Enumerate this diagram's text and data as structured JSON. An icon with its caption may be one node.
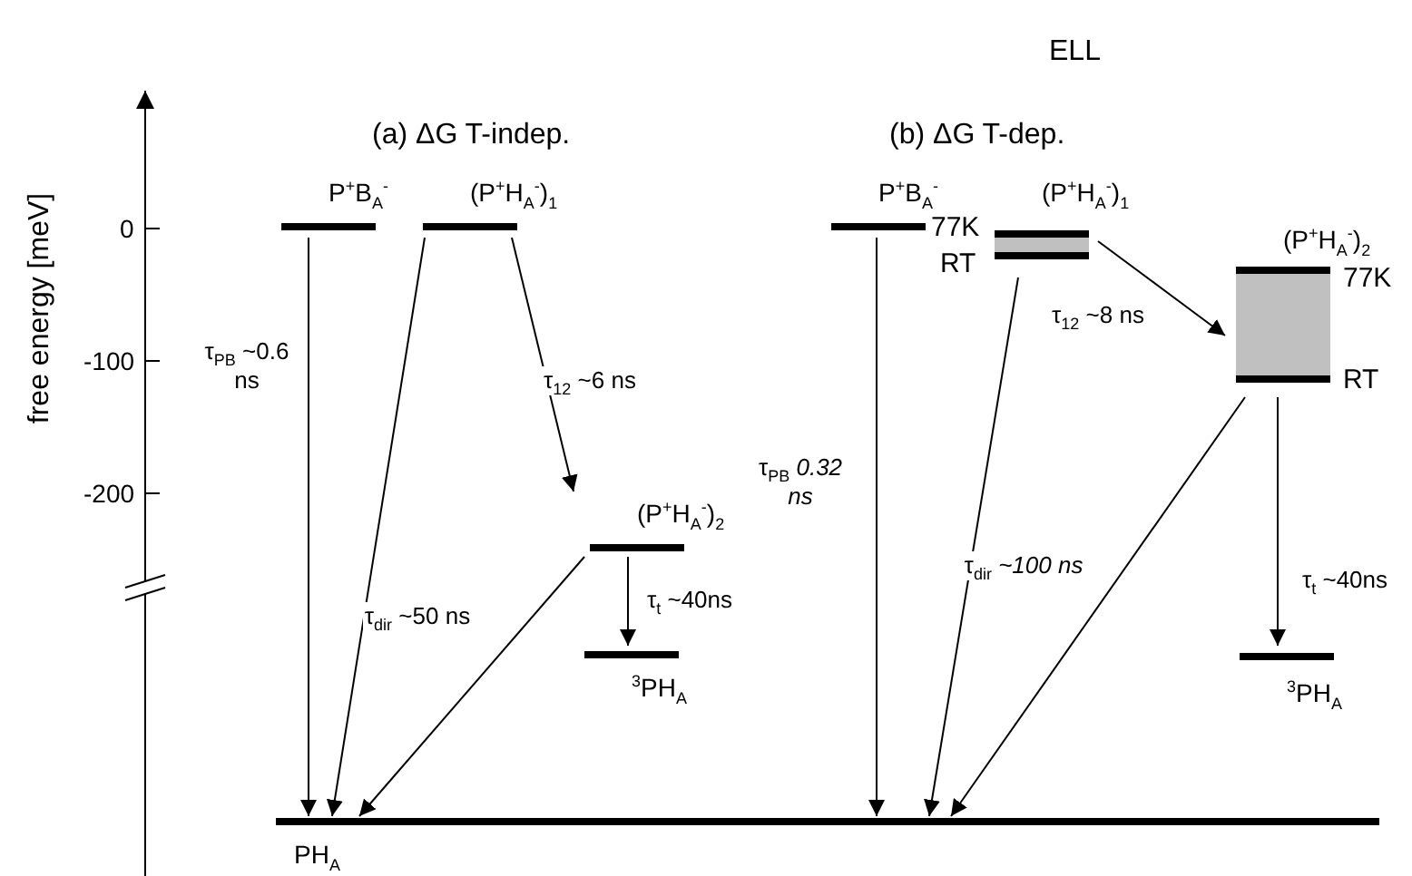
{
  "diagram": {
    "nodes": [
      {
        "text": [
          "P$^{+}$B$_{A}$$^{-}$"
        ]
      },
      {
        "text": [
          "(P$^{+}$H$_{A}$$^{-}$)$_{1}$"
        ]
      },
      {
        "text": [
          "(P$^{+}$H$_{A}$$^{-}$)$_{2}$"
        ]
      },
      {
        "text": [
          "$^{3}$PH$_{A}$"
        ]
      },
      {
        "text": [
          "PH$_{A}$"
        ]
      },
      {
        "text": [
          "P$^{+}$B$_{A}$$^{-}$"
        ]
      },
      {
        "text": [
          "(P$^{+}$H$_{A}$$^{-}$)$_{1}$"
        ],
        "beside": [
          "77K",
          "RT"
        ]
      },
      {
        "text": [
          "(P$^{+}$H$_{A}$$^{-}$)$_{2}$"
        ],
        "beside": [
          "77K",
          "RT"
        ]
      },
      {
        "text": [
          "$^{3}$PH$_{A}$"
        ]
      }
    ],
    "edges": [
      {
        "from": 0,
        "to": 4,
        "arrow": "to",
        "label": "τ$_{PB}$ ~0.6 ns"
      },
      {
        "from": 1,
        "to": 4,
        "arrow": "to",
        "label": "τ$_{dir}$ ~50 ns"
      },
      {
        "from": 1,
        "to": 2,
        "arrow": "to",
        "label": "τ$_{12}$ ~6 ns"
      },
      {
        "from": 2,
        "to": 4,
        "arrow": "to"
      },
      {
        "from": 2,
        "to": 3,
        "arrow": "to",
        "label": "τ$_{t}$ ~40ns"
      },
      {
        "from": 5,
        "to": 4,
        "arrow": "to",
        "label": "τ$_{PB}$ *0.32 ns*"
      },
      {
        "from": 6,
        "to": 4,
        "arrow": "to",
        "label": "τ$_{dir}$ *~100 ns*"
      },
      {
        "from": 6,
        "to": 7,
        "arrow": "to",
        "label": "τ$_{12}$ ~8 ns"
      },
      {
        "from": 7,
        "to": 4,
        "arrow": "to"
      },
      {
        "from": 7,
        "to": 8,
        "arrow": "to",
        "label": "τ$_{t}$ ~40ns"
      }
    ],
    "labels": [
      "ELL",
      "(a) ΔG T-indep.",
      "(b) ΔG T-dep.",
      "free energy [meV]",
      "0",
      "-100",
      "-200"
    ]
  }
}
